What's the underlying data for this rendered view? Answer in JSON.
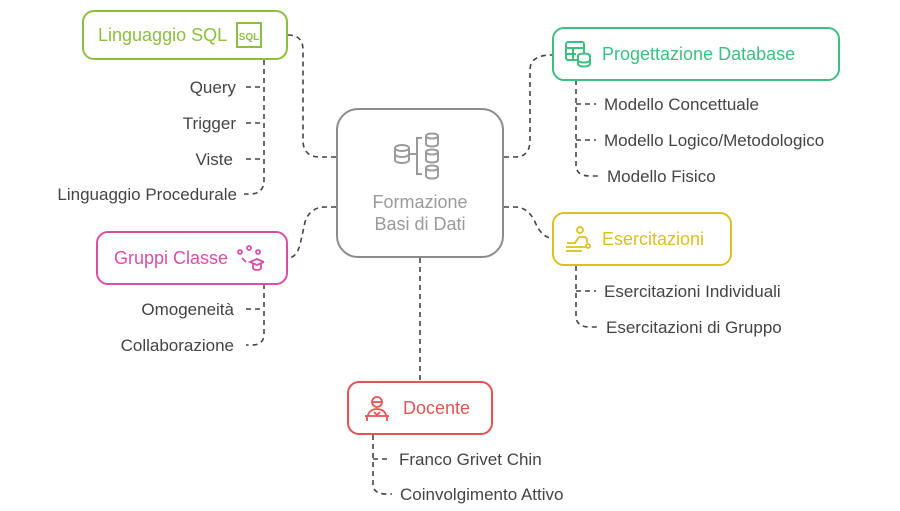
{
  "center": {
    "title_line1": "Formazione",
    "title_line2": "Basi di Dati",
    "icon": "database-hierarchy-icon",
    "color": "#8c8c8c"
  },
  "branches": {
    "sql": {
      "label": "Linguaggio SQL",
      "icon": "sql-icon",
      "color": "#8cbf3f",
      "items": [
        "Query",
        "Trigger",
        "Viste",
        "Linguaggio Procedurale"
      ]
    },
    "progettazione": {
      "label": "Progettazione Database",
      "icon": "table-database-icon",
      "color": "#3dbf7f",
      "items": [
        "Modello Concettuale",
        "Modello Logico/Metodologico",
        "Modello Fisico"
      ]
    },
    "gruppi": {
      "label": "Gruppi Classe",
      "icon": "group-graduation-icon",
      "color": "#d94fa6",
      "items": [
        "Omogeneità",
        "Collaborazione"
      ]
    },
    "esercitazioni": {
      "label": "Esercitazioni",
      "icon": "exercise-person-icon",
      "color": "#d9c21f",
      "items": [
        "Esercitazioni Individuali",
        "Esercitazioni di Gruppo"
      ]
    },
    "docente": {
      "label": "Docente",
      "icon": "teacher-icon",
      "color": "#e05454",
      "items": [
        "Franco Grivet Chin",
        "Coinvolgimento Attivo"
      ]
    }
  }
}
